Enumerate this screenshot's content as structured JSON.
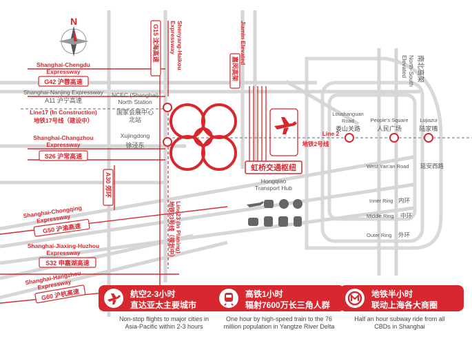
{
  "compass": {
    "north": "N"
  },
  "highways": {
    "g42": {
      "name": "Shanghai-Chengdu\nExpressway",
      "line1": "Shanghai-Chengdu",
      "line2": "Expressway",
      "code": "G42 沪蓉高速"
    },
    "a11": {
      "line1": "Shanghai-Nanjing Expressway",
      "code": "A11 沪宁高速"
    },
    "line17": {
      "line1": "Line17 (In Construction)",
      "code": "地铁17号线（建设中）"
    },
    "s26": {
      "line1": "Shanghai-Changzhou",
      "line2": "Expressway",
      "code": "S26 沪常高速"
    },
    "g50": {
      "line1": "Shanghai-Chongqing",
      "line2": "Expressway",
      "code": "G50 沪渝高速"
    },
    "s32": {
      "line1": "Shanghai-Jiaxing-Huzhou",
      "line2": "Expressway",
      "code": "S32 申嘉湖高速"
    },
    "g60": {
      "line1": "Shanghai-Hangzhou",
      "line2": "Expressway",
      "code": "G60 沪杭高速"
    },
    "g15": {
      "code": "G15 沈海高速",
      "name_en1": "Shenyang-Haikou",
      "name_en2": "Expressway"
    },
    "jiamin": {
      "en": "Jiamin Elevated",
      "cn": "嘉闵高架"
    },
    "a30": {
      "code": "A30 郊环"
    },
    "line23": {
      "en": "Line23 (In Planing)",
      "cn": "地铁23号线（规划中）"
    },
    "north_south": {
      "en1": "North-South",
      "en2": "Elevated",
      "cn": "南北高架"
    }
  },
  "places": {
    "ncec_en1": "NCEC (Shanghai)",
    "ncec_en2": "North Station",
    "ncec_cn1": "国家会展中心",
    "ncec_cn2": "北站",
    "xujingdong_en": "Xujingdong",
    "xujingdong_cn": "徐泾东",
    "hub_cn": "虹桥交通枢纽",
    "hub_en1": "Hongqiao",
    "hub_en2": "Transport Hub",
    "line2_en": "Line 2",
    "line2_cn": "地铁2号线",
    "loushanguan_en1": "Loushanguan",
    "loushanguan_en2": "Road",
    "loushanguan_cn": "娄山关路",
    "peoples_en": "People's Square",
    "peoples_cn": "人民广场",
    "lujiazui_en": "Lujiazui",
    "lujiazui_cn": "陆家嘴",
    "yanan_en": "West Yan'an Road",
    "yanan_cn": "延安西路",
    "inner_en": "Inner Ring",
    "inner_cn": "内环",
    "middle_en": "Middle Ring",
    "middle_cn": "中环",
    "outer_en": "Outer Ring",
    "outer_cn": "外环"
  },
  "features": [
    {
      "icon": "airplane-icon",
      "title1": "航空2-3小时",
      "title2": "直达亚太主要城市",
      "cap1": "Non-stop flights to major cities in",
      "cap2": "Asia-Pacific within 2-3 hours"
    },
    {
      "icon": "train-icon",
      "title1": "高铁1小时",
      "title2": "辐射7600万长三角人群",
      "cap1": "One hour by high-speed train to the 76",
      "cap2": "million population in Yangtze River Delta"
    },
    {
      "icon": "metro-icon",
      "title1": "地铁半小时",
      "title2": "联动上海各大商圈",
      "cap1": "Half an hour subway ride from all",
      "cap2": "CBDs in Shanghai"
    }
  ],
  "colors": {
    "accent": "#d7282f",
    "road": "#d6d6d6",
    "text": "#555555"
  }
}
